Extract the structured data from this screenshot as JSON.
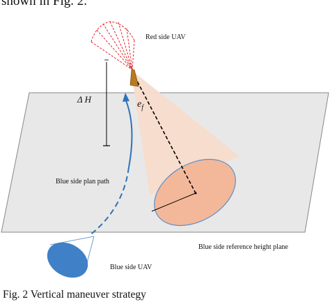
{
  "lead_text": "shown in Fig. 2.",
  "labels": {
    "red_uav": "Red side UAV",
    "delta_h": "Δ H",
    "angle": "e",
    "angle_sub": "f",
    "plan_path": "Blue side plan path",
    "reference_plane": "Blue side reference height plane",
    "blue_uav": "Blue side UAV"
  },
  "caption": "Fig. 2 Vertical maneuver strategy",
  "colors": {
    "plane_fill": "#e8e8e8",
    "plane_stroke": "#888888",
    "red_cone_line": "#e8242a",
    "sensor_cone_fill": "#f8dccb",
    "sensor_ellipse_fill": "#f3b89a",
    "ellipse_outline": "#5d8fc7",
    "path_blue": "#2f72b8",
    "blue_uav_fill": "#3f80c6",
    "red_uav_body": "#b87a20"
  }
}
